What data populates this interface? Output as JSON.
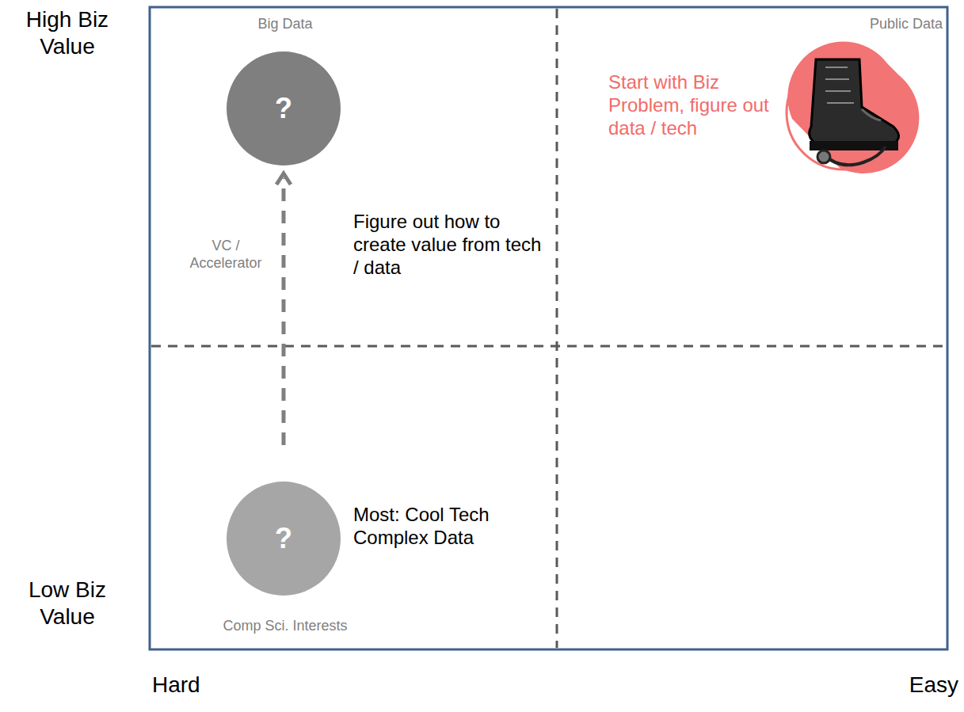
{
  "diagram": {
    "nodes": [
      {
        "text": [
          "?"
        ]
      },
      {
        "text": [
          "?"
        ]
      }
    ],
    "edges": [
      {
        "from": 1,
        "to": 0,
        "arrow": "to"
      }
    ],
    "labels": [
      "High Biz Value",
      "Big Data",
      "Public Data",
      "Start with Biz Problem, figure out data / tech",
      "VC / Accelerator",
      "Figure out how to create value from tech / data",
      "Most: Cool Tech Complex Data",
      "Low Biz Value",
      "Comp Sci. Interests",
      "Hard",
      "Easy"
    ]
  }
}
